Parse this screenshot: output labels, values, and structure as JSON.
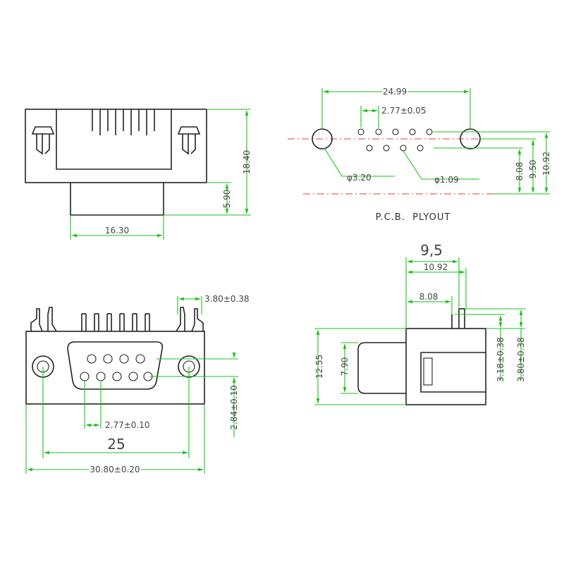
{
  "front_view": {
    "height_total": "18.40",
    "height_lower": "5.90",
    "width_shell": "16.30"
  },
  "pcb_layout": {
    "span": "24.99",
    "pin_pitch": "2.77±0.05",
    "mount_hole": "φ3.20",
    "pin_hole": "φ1.09",
    "row_offset_1": "8.08",
    "row_offset_2": "9.50",
    "row_offset_3": "10.92",
    "caption": "P.C.B.  PLYOUT"
  },
  "top_view": {
    "pin_length": "3.80±0.38",
    "pitch": "2.77±0.10",
    "row_spacing": "2.84±0.10",
    "hole_span": "25",
    "overall_width": "30.80±0.20"
  },
  "side_view": {
    "depth": "9,5",
    "depth_total": "10.92",
    "depth_pin": "8.08",
    "height": "12.55",
    "face_height": "7.90",
    "pin_short": "3.18±0.38",
    "pin_long": "3.80±0.38"
  },
  "colors": {
    "outline": "#222222",
    "dimension": "#19c219",
    "centerline": "#e04040"
  }
}
